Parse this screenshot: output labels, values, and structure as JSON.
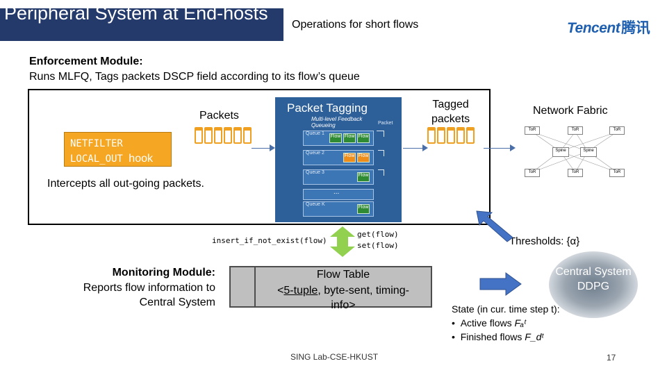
{
  "slide": {
    "title": "Peripheral System at End-hosts",
    "subtitle": "Operations for short flows",
    "logo": {
      "text": "Tencent",
      "text_cn": "腾讯"
    },
    "enforcement": {
      "heading": "Enforcement Module:",
      "description": "Runs MLFQ, Tags packets DSCP field according to its flow’s queue"
    },
    "netfilter": {
      "line1": "NETFILTER",
      "line2": "LOCAL_OUT",
      "hook": "hook"
    },
    "packets_label": "Packets",
    "packet_tagging": {
      "label": "Packet Tagging",
      "diagram_title": "Multi-level Feedback\nQueueing",
      "packet_label": "Packet",
      "queues": [
        "Queue 1",
        "Queue 2",
        "Queue 3",
        "Queue K"
      ],
      "flow_label": "Flow",
      "dots": "..."
    },
    "tagged_packets": {
      "line1": "Tagged",
      "line2": "packets"
    },
    "network_fabric": {
      "label": "Network Fabric",
      "tor": "ToR",
      "spine": "Spine"
    },
    "intercepts": "Intercepts all out-going packets.",
    "insert_call": "insert_if_not_exist(flow)",
    "get_call": "get(flow)",
    "set_call": "set(flow)",
    "thresholds": "Thresholds: {α}",
    "monitoring": {
      "heading": "Monitoring Module:",
      "line1": "Reports flow information to",
      "line2": "Central System"
    },
    "flow_table": {
      "title": "Flow Table",
      "desc_pre": "<",
      "desc_tuple": "5-tuple",
      "desc_mid": ", byte-sent, timing-",
      "desc_end": "info>"
    },
    "central": {
      "line1": "Central System",
      "line2": "DDPG"
    },
    "state": {
      "heading": "State (in cur. time step t):",
      "item1": "Active flows",
      "item1_sym": "Fₐᵗ",
      "item2": "Finished flows",
      "item2_sym": "F_dᵗ"
    },
    "footer": "SING Lab-CSE-HKUST",
    "page_number": "17"
  },
  "colors": {
    "title_bg": "#243a6b",
    "netfilter": "#f5a623",
    "diagram": "#2d5f99",
    "arrow": "#4472c4",
    "flow_table": "#bfbfbf",
    "tencent_blue": "#1f5fb0"
  }
}
